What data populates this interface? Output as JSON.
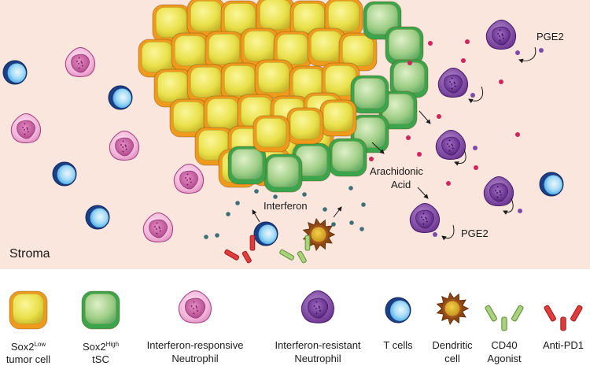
{
  "stroma_label": "Stroma",
  "interferon_label": "Interferon",
  "arachidonic_label_1": "Arachidonic",
  "arachidonic_label_2": "Acid",
  "pge2_label": "PGE2",
  "legend": [
    {
      "name": "sox2low",
      "line1_main": "Sox2",
      "line1_sup": "Low",
      "line2": "tumor cell"
    },
    {
      "name": "sox2high",
      "line1_main": "Sox2",
      "line1_sup": "High",
      "line2": "tSC"
    },
    {
      "name": "ifn-responsive",
      "line1": "Interferon-responsive",
      "line2": "Neutrophil"
    },
    {
      "name": "ifn-resistant",
      "line1": "Interferon-resistant",
      "line2": "Neutrophil"
    },
    {
      "name": "tcells",
      "line1": "T cells"
    },
    {
      "name": "dendritic",
      "line1": "Dendritic",
      "line2": "cell"
    },
    {
      "name": "cd40",
      "line1": "CD40",
      "line2": "Agonist"
    },
    {
      "name": "antipd1",
      "line1": "Anti-PD1"
    }
  ],
  "colors": {
    "stroma_bg": "#fbe6de",
    "tumor_yellow": "#e6dd3a",
    "tumor_orange": "#ef9a1c",
    "tsc_green": "#3aa54c",
    "neutrophil_pink": "#d670b4",
    "neutrophil_purple": "#7b3f9e",
    "tcell_blue": "#3aa7e4",
    "dendritic_brown": "#a0521b",
    "cd40_green": "#a9d37a",
    "antipd1_red": "#e23b3b",
    "pge2_dot": "#7c4cab",
    "aa_dot": "#d3245d",
    "ifn_dot": "#3d6f78"
  }
}
